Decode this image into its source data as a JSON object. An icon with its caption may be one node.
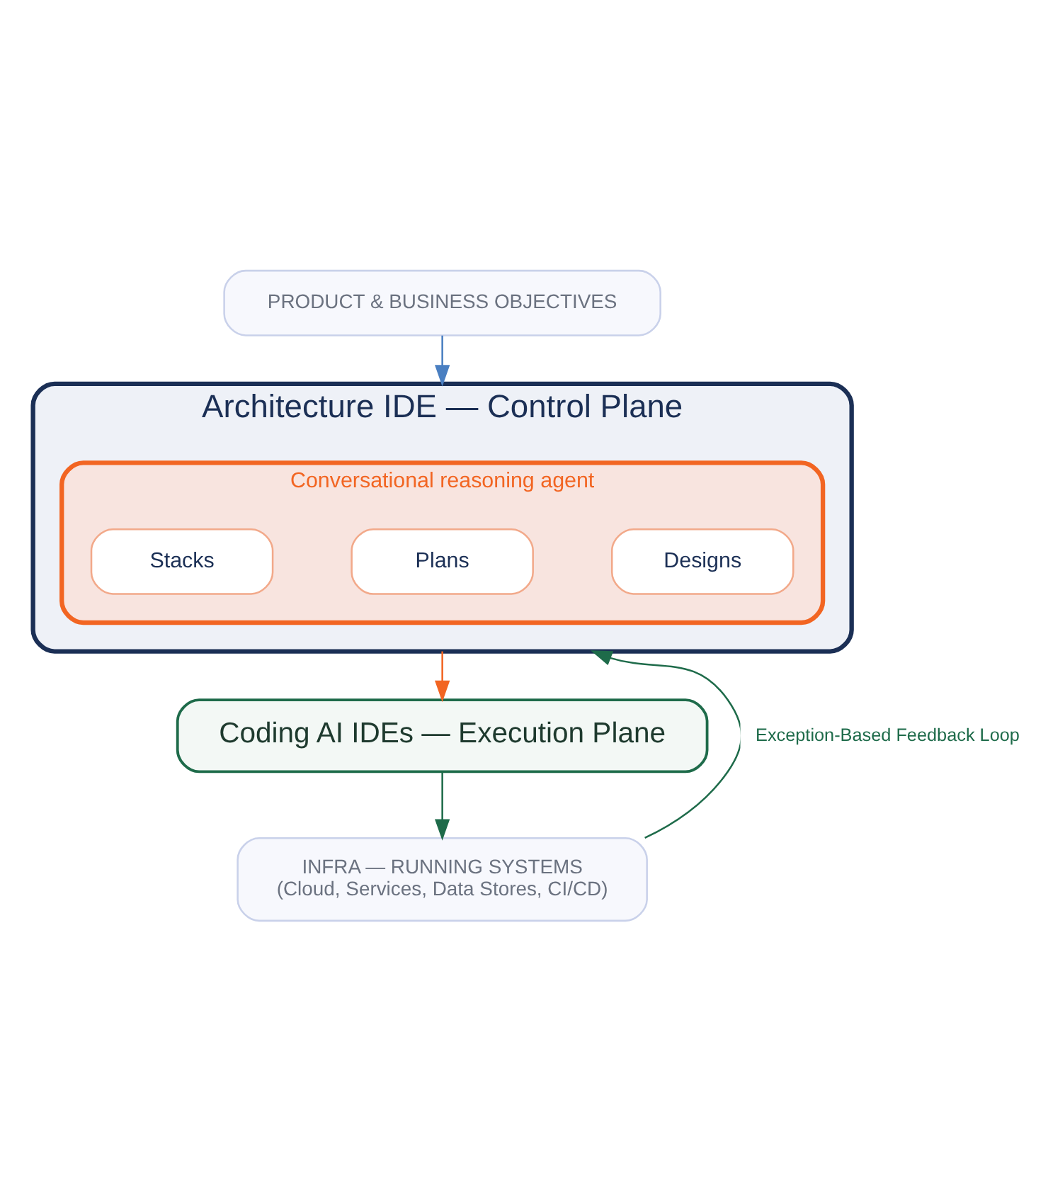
{
  "diagram": {
    "nodes": [
      {
        "text": [
          "PRODUCT & BUSINESS OBJECTIVES"
        ]
      },
      {
        "text": [
          "Architecture IDE — Control Plane"
        ]
      },
      {
        "text": [
          "Conversational reasoning agent"
        ],
        "in": 1
      },
      {
        "text": [
          "Stacks"
        ],
        "in": 2
      },
      {
        "text": [
          "Plans"
        ],
        "in": 2
      },
      {
        "text": [
          "Designs"
        ],
        "in": 2
      },
      {
        "text": [
          "Coding AI IDEs — Execution Plane"
        ]
      },
      {
        "text": [
          "INFRA — RUNNING SYSTEMS",
          "(Cloud, Services, Data Stores, CI/CD)"
        ]
      }
    ],
    "edges": [
      {
        "from": 0,
        "to": 1,
        "arrow": "to",
        "color": "#4a7fc1"
      },
      {
        "from": 1,
        "to": 6,
        "arrow": "to",
        "color": "#f26522"
      },
      {
        "from": 6,
        "to": 7,
        "arrow": "to",
        "color": "#1e6b4a"
      },
      {
        "from": 7,
        "to": 1,
        "arrow": "to",
        "label": "Exception-Based Feedback Loop",
        "color": "#1e6b4a"
      }
    ]
  }
}
